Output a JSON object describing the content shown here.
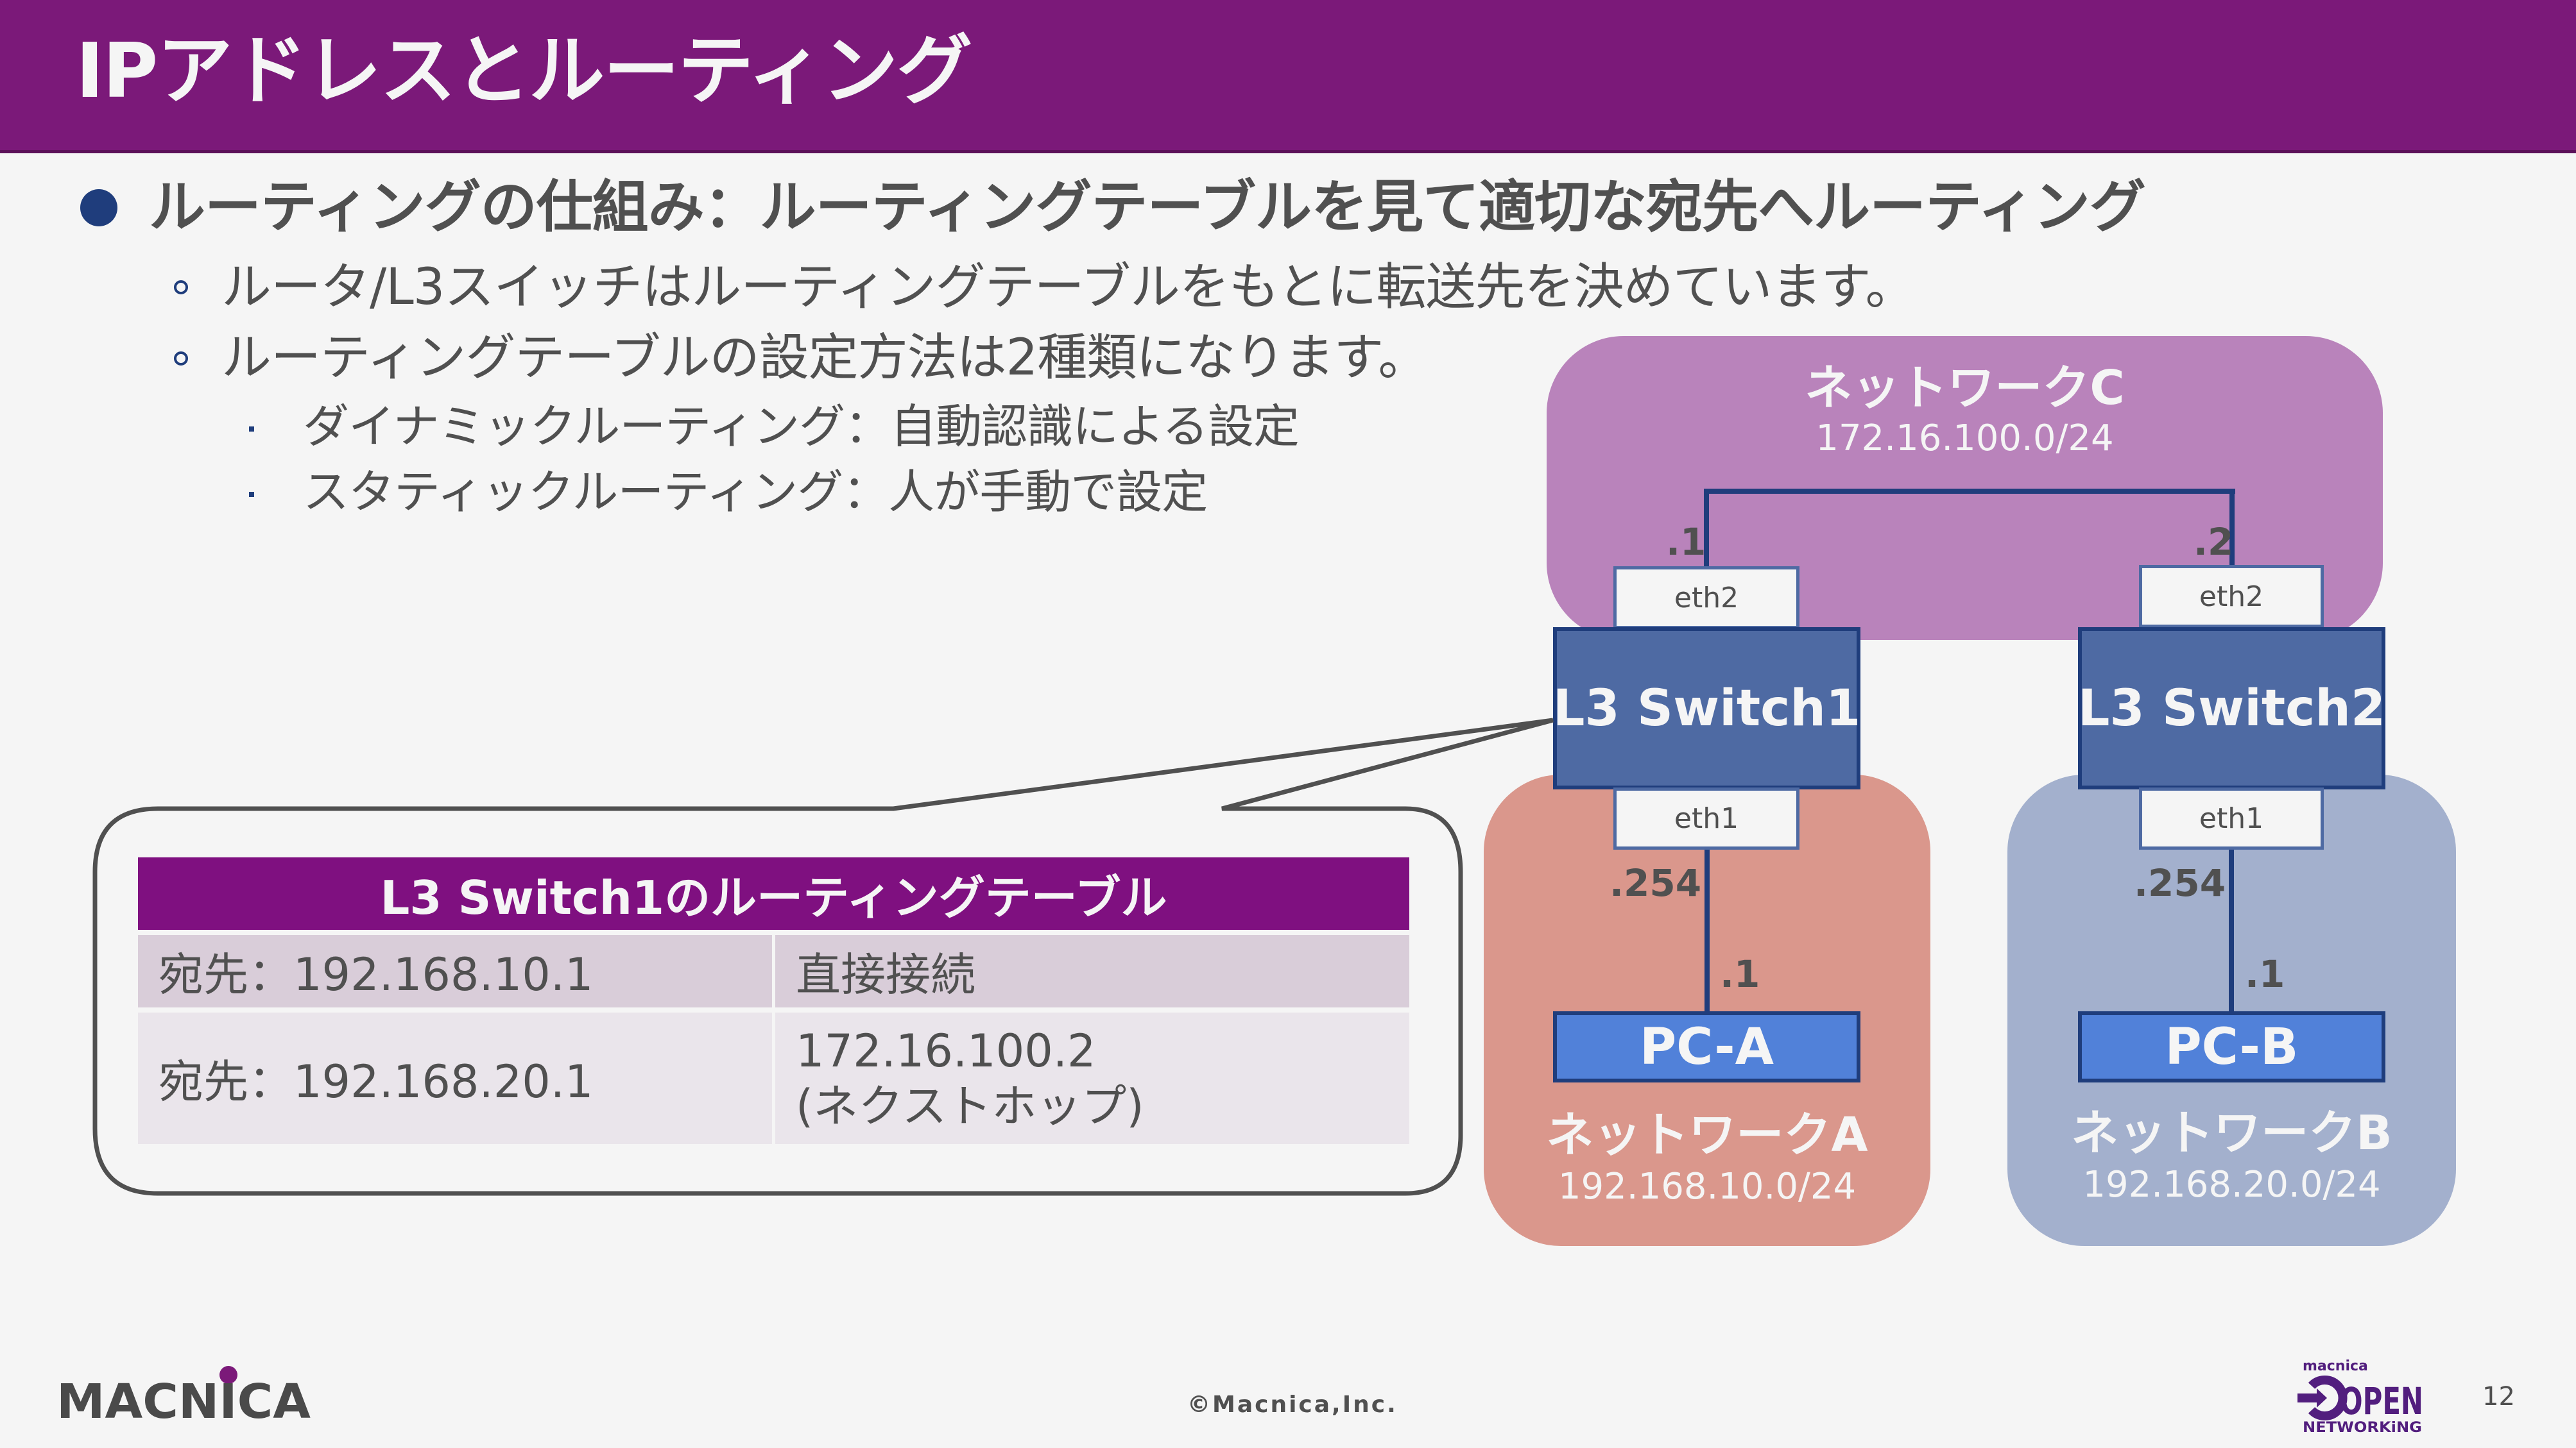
{
  "slide": {
    "title": "IPアドレスとルーティング",
    "page_number": "12",
    "copyright": "©Macnica,Inc."
  },
  "bullets": {
    "main": "ルーティングの仕組み：ルーティングテーブルを見て適切な宛先へルーティング",
    "sub": [
      "ルータ/L3スイッチはルーティングテーブルをもとに転送先を決めています。",
      "ルーティングテーブルの設定方法は2種類になります。"
    ],
    "subsub": [
      "ダイナミックルーティング：自動認識による設定",
      "スタティックルーティング：人が手動で設定"
    ]
  },
  "diagram": {
    "network_c": {
      "name": "ネットワークC",
      "subnet": "172.16.100.0/24"
    },
    "network_a": {
      "name": "ネットワークA",
      "subnet": "192.168.10.0/24"
    },
    "network_b": {
      "name": "ネットワークB",
      "subnet": "192.168.20.0/24"
    },
    "switch1": {
      "label": "L3 Switch1",
      "upper_port": "eth2",
      "lower_port": "eth1",
      "upper_ip": ".1",
      "lower_ip": ".254"
    },
    "switch2": {
      "label": "L3 Switch2",
      "upper_port": "eth2",
      "lower_port": "eth1",
      "upper_ip": ".2",
      "lower_ip": ".254"
    },
    "pc_a": {
      "label": "PC-A",
      "ip": ".1"
    },
    "pc_b": {
      "label": "PC-B",
      "ip": ".1"
    },
    "colors": {
      "network_c": "#B983BB",
      "network_a": "#DA978C",
      "network_b": "#A3B0CD",
      "switch": "#4E6AA3",
      "pc": "#5181D9",
      "wire": "#1F3D7C"
    }
  },
  "routing_table": {
    "title": "L3 Switch1のルーティングテーブル",
    "rows": [
      {
        "destination": "宛先：192.168.10.1",
        "next_hop": [
          "直接接続"
        ]
      },
      {
        "destination": "宛先：192.168.20.1",
        "next_hop": [
          "172.16.100.2",
          "(ネクストホップ)"
        ]
      }
    ]
  },
  "footer": {
    "logo_left": "MACNICA",
    "logo_right_top": "macnica",
    "logo_right_main": "OPEN",
    "logo_right_bottom": "NETWORKiNG"
  },
  "theme": {
    "title_bar": "#7B1979",
    "bullet": "#1F3D7C",
    "text": "#505050",
    "background": "#F5F5F5",
    "table_header": "#7F1080"
  }
}
